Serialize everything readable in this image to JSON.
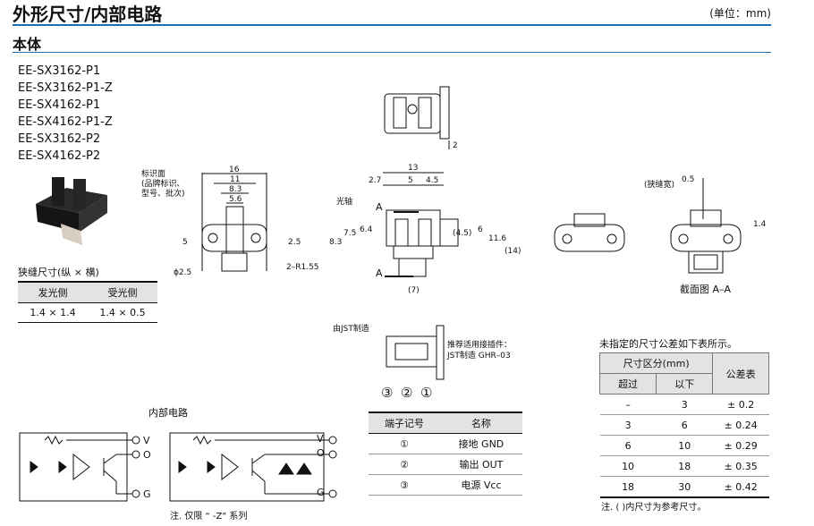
{
  "header": {
    "title": "外形尺寸/内部电路",
    "unit": "(单位：mm)"
  },
  "section": {
    "title": "本体"
  },
  "models": [
    "EE-SX3162-P1",
    "EE-SX3162-P1-Z",
    "EE-SX4162-P1",
    "EE-SX4162-P1-Z",
    "EE-SX3162-P2",
    "EE-SX4162-P2"
  ],
  "slit": {
    "title": "狭缝尺寸(纵 × 横)",
    "headers": [
      "发光侧",
      "受光侧"
    ],
    "values": [
      "1.4 × 1.4",
      "1.4 × 0.5"
    ]
  },
  "drawing": {
    "mark_label": "标识面",
    "mark_sub1": "(品牌标识、",
    "mark_sub2": "型号、批次)",
    "dims_left": [
      "16",
      "11",
      "8.3",
      "5.6",
      "5",
      "2.5",
      "ϕ2.5",
      "2–R1.55"
    ],
    "dims_front": [
      "13",
      "2.7",
      "5",
      "4.5",
      "8.3",
      "7.5",
      "6.4",
      "(4.5)",
      "6",
      "11.6",
      "(14)",
      "(7)",
      "2"
    ],
    "optical_axis": "光轴",
    "section_mark": "A",
    "slit_width": "(狭缝宽)",
    "slit_dims": [
      "0.5",
      "1.4"
    ],
    "section_caption": "截面图 A–A",
    "jst_label": "由JST制造",
    "connector_note1": "推荐适用接插件：",
    "connector_note2": "JST制造 GHR–03",
    "pins": [
      "③",
      "②",
      "①"
    ]
  },
  "terminals": {
    "headers": [
      "端子记号",
      "名称"
    ],
    "rows": [
      [
        "①",
        "接地 GND"
      ],
      [
        "②",
        "输出 OUT"
      ],
      [
        "③",
        "电源 Vcc"
      ]
    ]
  },
  "tolerance": {
    "title": "未指定的尺寸公差如下表所示。",
    "header_range": "尺寸区分(mm)",
    "header_over": "超过",
    "header_under": "以下",
    "header_tol": "公差表",
    "rows": [
      [
        "–",
        "3",
        "± 0.2"
      ],
      [
        "3",
        "6",
        "± 0.24"
      ],
      [
        "6",
        "10",
        "± 0.29"
      ],
      [
        "10",
        "18",
        "± 0.35"
      ],
      [
        "18",
        "30",
        "± 0.42"
      ]
    ],
    "note": "注. (  )内尺寸为参考尺寸。"
  },
  "circuit": {
    "title": "内部电路",
    "pins": [
      "V",
      "O",
      "G"
    ],
    "note": "注. 仅限 “ -Z” 系列"
  }
}
